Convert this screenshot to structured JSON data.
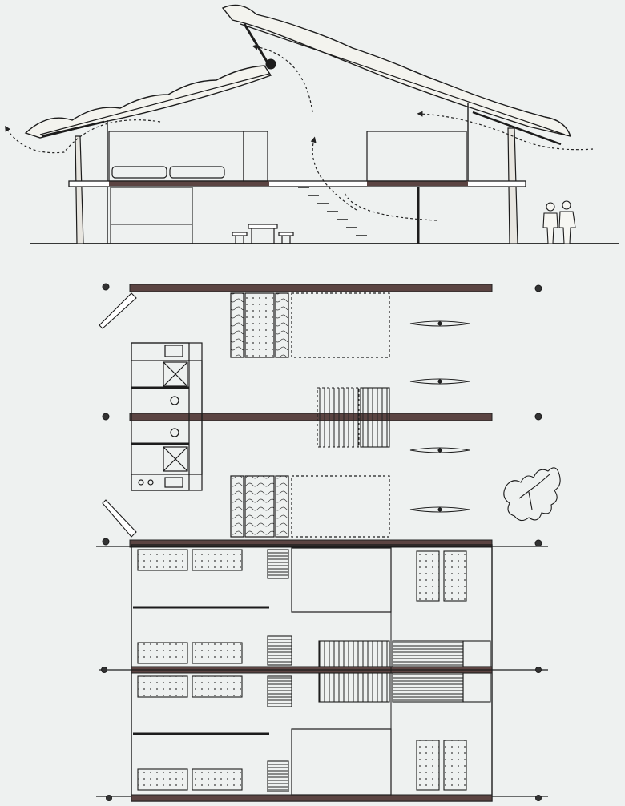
{
  "figure": {
    "type": "architectural-drawing",
    "views": [
      "section",
      "ground-floor-plan",
      "upper-floor-plan"
    ],
    "section": {
      "people_count": 2,
      "has_ventilation_arrows": true,
      "roof": "thatched-gable-with-offset-ridge"
    },
    "ground_plan": {
      "columns": 6,
      "beds": 4,
      "stairs": 1,
      "tables": 4,
      "has_kitchen_block": true,
      "has_tree": true
    },
    "upper_plan": {
      "mattresses": 14,
      "slatted_panels": 4
    },
    "colors": {
      "paper": "#eef1f0",
      "ink": "#1c1c1c",
      "beam": "#5b4442",
      "hatch": "#555555"
    }
  }
}
